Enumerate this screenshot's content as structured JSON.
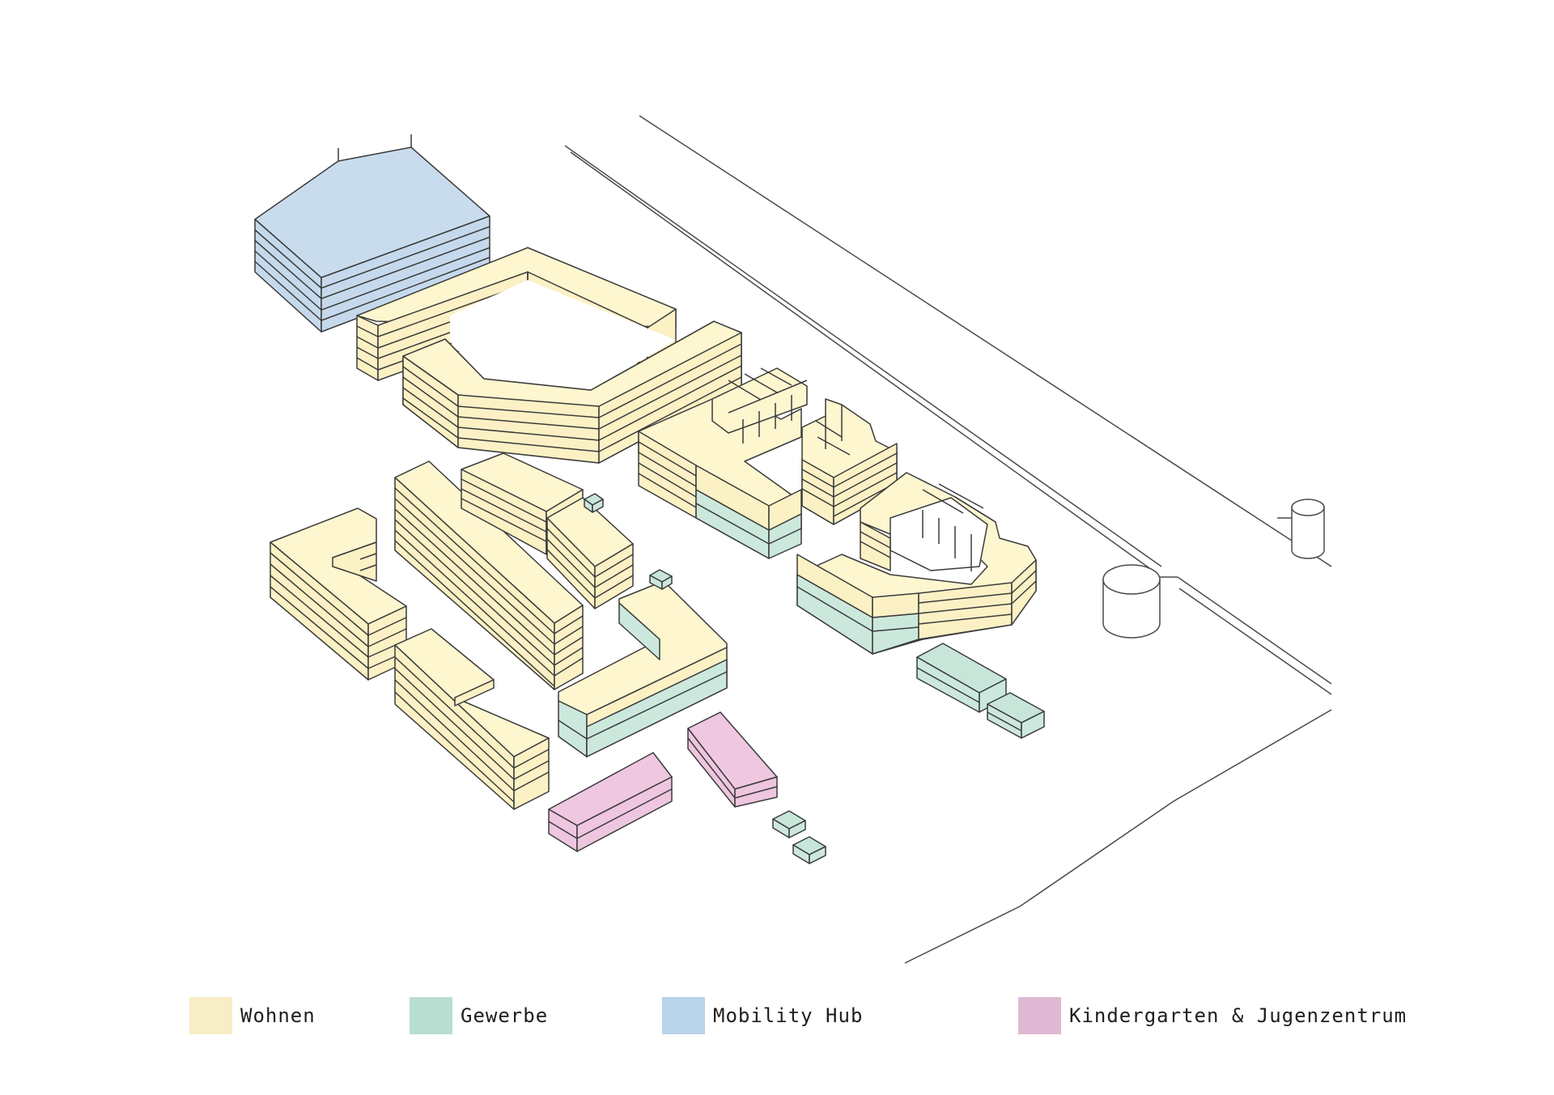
{
  "colors": {
    "wohnen_roof": "#fdf6cf",
    "wohnen_side": "#fbf1c4",
    "gewerbe_roof": "#c7e6d9",
    "gewerbe_side": "#cce8dc",
    "mobility_roof": "#c9dcee",
    "mobility_side": "#c6d9ec",
    "kita_roof": "#efc7e0",
    "kita_side": "#eec6df",
    "outline": "#3b3b3b",
    "street_line": "#4a4a4a"
  },
  "legend": [
    {
      "label": "Wohnen",
      "color": "#f7eec7"
    },
    {
      "label": "Gewerbe",
      "color": "#b8ddd1"
    },
    {
      "label": "Mobility Hub",
      "color": "#b9d3e9"
    },
    {
      "label": "Kindergarten & Jugenzentrum",
      "color": "#dfb8d4"
    }
  ]
}
